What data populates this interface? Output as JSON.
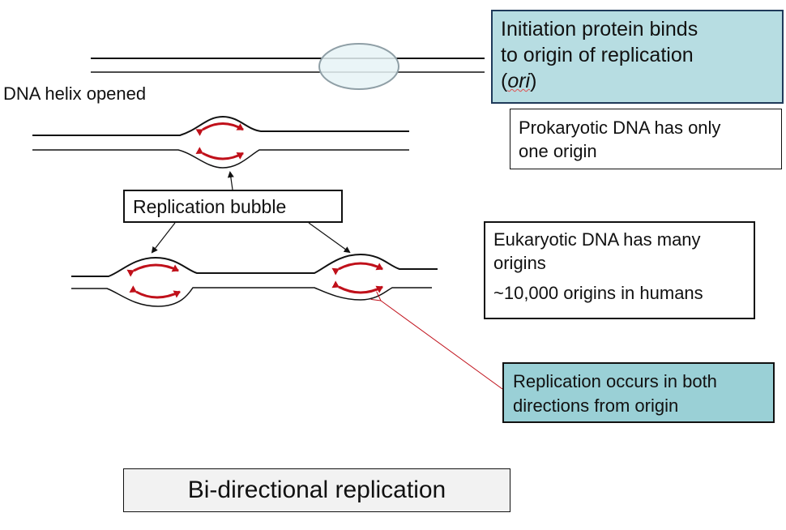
{
  "title": "Bi-directional replication",
  "colors": {
    "teal_box": "#b7dde2",
    "teal_box2": "#9ad0d6",
    "teal_border": "#1f3a5a",
    "protein_fill": "#e6f3f6",
    "protein_stroke": "#8f9fa6",
    "red_arrow": "#c0101a",
    "title_bg": "#f2f2f2"
  },
  "labels": {
    "helix_opened": "DNA helix opened",
    "replication_bubble": "Replication bubble"
  },
  "boxes": {
    "initiation": {
      "line1": "Initiation protein binds",
      "line2": "to origin of replication",
      "paren_open": "(",
      "ori": "ori",
      "paren_close": ")"
    },
    "prokaryotic": {
      "line1": "Prokaryotic DNA has only",
      "line2": "one origin"
    },
    "eukaryotic": {
      "line1": "Eukaryotic DNA has many",
      "line2": "origins",
      "line3": "~10,000 origins in humans"
    },
    "bidirectional_note": {
      "line1": "Replication occurs in both",
      "line2": "directions from origin"
    }
  }
}
